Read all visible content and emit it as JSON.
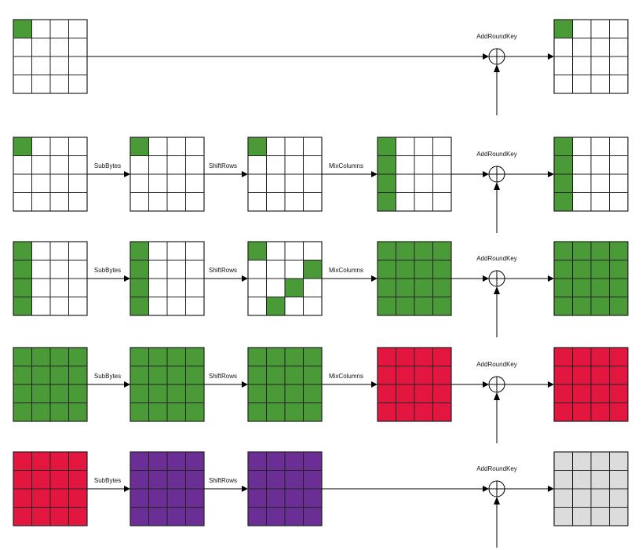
{
  "colors": {
    "white": "#ffffff",
    "green": "#4a9b38",
    "red": "#e2163f",
    "purple": "#6a2e95",
    "gray": "#dcdcdc",
    "grid": "#222222",
    "line": "#000000"
  },
  "labels": {
    "sub_bytes": "SubBytes",
    "shift_rows": "ShiftRows",
    "mix_columns": "MixColumns",
    "add_round_key": "AddRoundKey"
  },
  "rows": [
    {
      "blocks": [
        {
          "fill": "green",
          "cells": [
            [
              0,
              0
            ]
          ]
        },
        null,
        null,
        null,
        {
          "fill": "green",
          "cells": [
            [
              0,
              0
            ]
          ]
        }
      ],
      "ops": [
        null,
        null,
        null
      ]
    },
    {
      "blocks": [
        {
          "fill": "green",
          "cells": [
            [
              0,
              0
            ]
          ]
        },
        {
          "fill": "green",
          "cells": [
            [
              0,
              0
            ]
          ]
        },
        {
          "fill": "green",
          "cells": [
            [
              0,
              0
            ]
          ]
        },
        {
          "fill": "green",
          "cells": [
            [
              0,
              0
            ],
            [
              1,
              0
            ],
            [
              2,
              0
            ],
            [
              3,
              0
            ]
          ]
        },
        {
          "fill": "green",
          "cells": [
            [
              0,
              0
            ],
            [
              1,
              0
            ],
            [
              2,
              0
            ],
            [
              3,
              0
            ]
          ]
        }
      ],
      "ops": [
        "sub_bytes",
        "shift_rows",
        "mix_columns"
      ]
    },
    {
      "blocks": [
        {
          "fill": "green",
          "cells": [
            [
              0,
              0
            ],
            [
              1,
              0
            ],
            [
              2,
              0
            ],
            [
              3,
              0
            ]
          ]
        },
        {
          "fill": "green",
          "cells": [
            [
              0,
              0
            ],
            [
              1,
              0
            ],
            [
              2,
              0
            ],
            [
              3,
              0
            ]
          ]
        },
        {
          "fill": "green",
          "cells": [
            [
              0,
              0
            ],
            [
              1,
              3
            ],
            [
              2,
              2
            ],
            [
              3,
              1
            ]
          ]
        },
        {
          "fill": "green",
          "all": true
        },
        {
          "fill": "green",
          "all": true
        }
      ],
      "ops": [
        "sub_bytes",
        "shift_rows",
        "mix_columns"
      ]
    },
    {
      "blocks": [
        {
          "fill": "green",
          "all": true
        },
        {
          "fill": "green",
          "all": true
        },
        {
          "fill": "green",
          "all": true
        },
        {
          "fill": "red",
          "all": true
        },
        {
          "fill": "red",
          "all": true
        }
      ],
      "ops": [
        "sub_bytes",
        "shift_rows",
        "mix_columns"
      ]
    },
    {
      "blocks": [
        {
          "fill": "red",
          "all": true
        },
        {
          "fill": "purple",
          "all": true
        },
        {
          "fill": "purple",
          "all": true
        },
        null,
        {
          "fill": "gray",
          "all": true
        }
      ],
      "ops": [
        "sub_bytes",
        "shift_rows",
        null
      ]
    }
  ]
}
